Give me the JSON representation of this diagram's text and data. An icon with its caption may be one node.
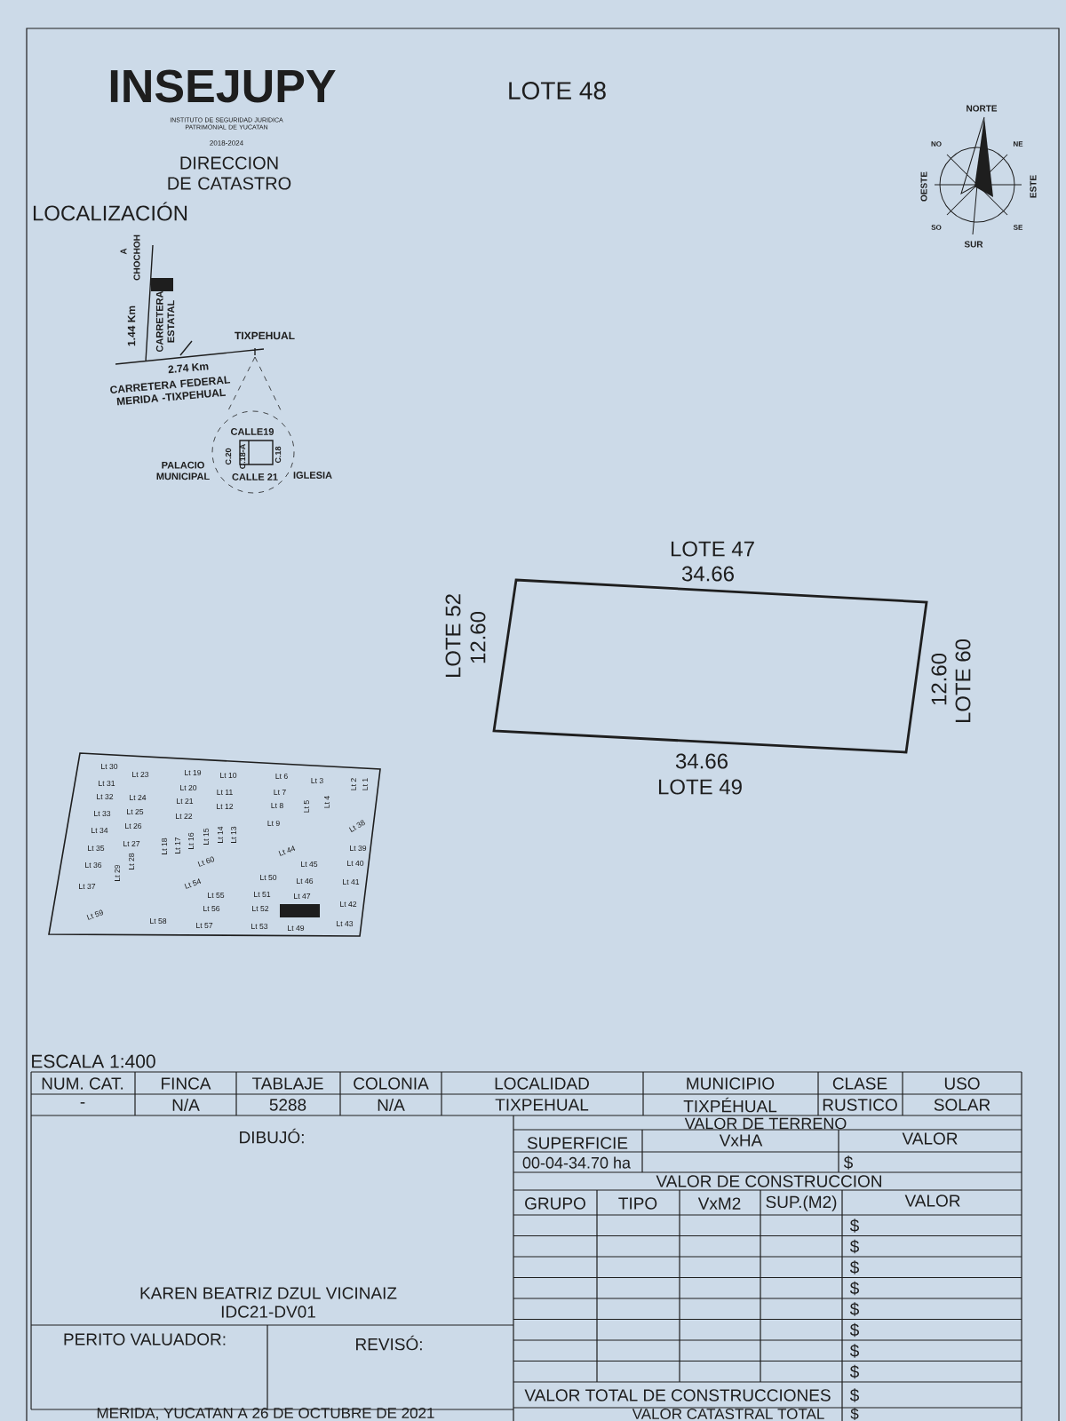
{
  "diagram": {
    "title": "LOTE 48",
    "nodes": [
      {
        "text": [],
        "shape": "box"
      }
    ],
    "labels": [
      "INSEJUPY",
      "INSTITUTO DE SEGURIDAD JURIDICA PATRIMONIAL DE YUCATAN",
      "2018-2024",
      "DIRECCION DE CATASTRO",
      "LOCALIZACIÓN",
      "NORTE",
      "NO",
      "NE",
      "OESTE",
      "ESTE",
      "SO",
      "SE",
      "SUR",
      "A",
      "CHOCHOH",
      "1.44 Km",
      "CARRETERA ESTATAL",
      "TIXPEHUAL",
      "2.74 Km",
      "CARRETERA FEDERAL MERIDA -TIXPEHUAL",
      "CALLE19",
      "C.20",
      "C.18-A",
      "C.18",
      "PALACIO MUNICIPAL",
      "CALLE 21",
      "IGLESIA",
      "LOTE 47",
      "34.66",
      "LOTE 52",
      "12.60",
      "12.60",
      "LOTE 60",
      "34.66",
      "LOTE 49",
      "Lt 30",
      "Lt 23",
      "Lt 19",
      "Lt 10",
      "Lt 6",
      "Lt 3",
      "Lt 2",
      "Lt 1",
      "Lt 31",
      "Lt 20",
      "Lt 11",
      "Lt 7",
      "Lt 32",
      "Lt 24",
      "Lt 21",
      "Lt 12",
      "Lt 8",
      "Lt 5",
      "Lt 4",
      "Lt 33",
      "Lt 25",
      "Lt 22",
      "Lt 9",
      "Lt 38",
      "Lt 34",
      "Lt 26",
      "Lt 18",
      "Lt 17",
      "Lt 16",
      "Lt 15",
      "Lt 14",
      "Lt 13",
      "Lt 35",
      "Lt 27",
      "Lt 39",
      "Lt 44",
      "Lt 60",
      "Lt 36",
      "Lt 29",
      "Lt 28",
      "Lt 45",
      "Lt 40",
      "Lt 50",
      "Lt 46",
      "Lt 41",
      "Lt 37",
      "Lt 54",
      "Lt 55",
      "Lt 51",
      "Lt 47",
      "Lt 42",
      "Lt 56",
      "Lt 52",
      "Lt 59",
      "Lt 58",
      "Lt 57",
      "Lt 53",
      "Lt 49",
      "Lt 43",
      "ESCALA 1:400",
      "NUM. CAT.",
      "FINCA",
      "TABLAJE",
      "COLONIA",
      "LOCALIDAD",
      "MUNICIPIO",
      "CLASE",
      "USO",
      "-",
      "N/A",
      "5288",
      "N/A",
      "TIXPEHUAL",
      "TIXPÉHUAL",
      "RUSTICO",
      "SOLAR",
      "DIBUJÓ:",
      "VALOR DE TERRENO",
      "SUPERFICIE",
      "VxHA",
      "VALOR",
      "00-04-34.70 ha",
      "$",
      "VALOR DE CONSTRUCCION",
      "GRUPO",
      "TIPO",
      "VxM2",
      "SUP.(M2)",
      "VALOR",
      "$",
      "$",
      "$",
      "$",
      "$",
      "$",
      "$",
      "$",
      "KAREN BEATRIZ DZUL VICINAIZ",
      "IDC21-DV01",
      "PERITO VALUADOR:",
      "REVISÓ:",
      "VALOR TOTAL DE CONSTRUCCIONES",
      "$",
      "MERIDA, YUCATAN A 26 DE OCTUBRE DE 2021",
      "VALOR CATASTRAL TOTAL",
      "$"
    ]
  }
}
